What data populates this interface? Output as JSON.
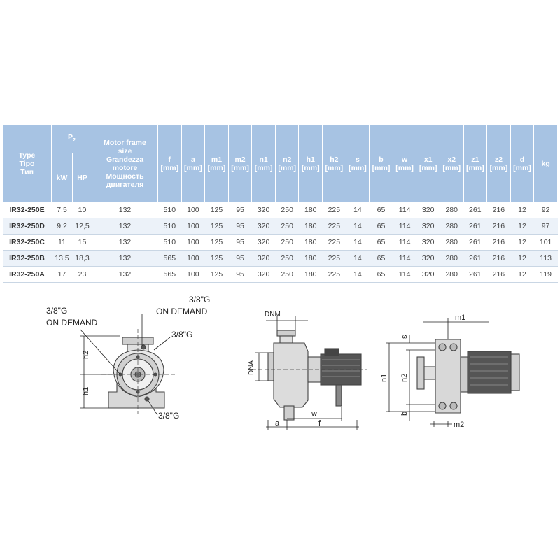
{
  "table": {
    "headers": {
      "type": "Type\nTipo\nТип",
      "p2": "P",
      "p2_sub": "2",
      "kw": "kW",
      "hp": "HP",
      "motor": "Motor frame\nsize\nGrandezza\nmotore\nМощность\nдвигателя",
      "dims": [
        {
          "name": "f",
          "unit": "[mm]"
        },
        {
          "name": "a",
          "unit": "[mm]"
        },
        {
          "name": "m1",
          "unit": "[mm]"
        },
        {
          "name": "m2",
          "unit": "[mm]"
        },
        {
          "name": "n1",
          "unit": "[mm]"
        },
        {
          "name": "n2",
          "unit": "[mm]"
        },
        {
          "name": "h1",
          "unit": "[mm]"
        },
        {
          "name": "h2",
          "unit": "[mm]"
        },
        {
          "name": "s",
          "unit": "[mm]"
        },
        {
          "name": "b",
          "unit": "[mm]"
        },
        {
          "name": "w",
          "unit": "[mm]"
        },
        {
          "name": "x1",
          "unit": "[mm]"
        },
        {
          "name": "x2",
          "unit": "[mm]"
        },
        {
          "name": "z1",
          "unit": "[mm]"
        },
        {
          "name": "z2",
          "unit": "[mm]"
        },
        {
          "name": "d",
          "unit": "[mm]"
        }
      ],
      "kg": "kg"
    },
    "rows": [
      [
        "IR32-250E",
        "7,5",
        "10",
        "132",
        "510",
        "100",
        "125",
        "95",
        "320",
        "250",
        "180",
        "225",
        "14",
        "65",
        "114",
        "320",
        "280",
        "261",
        "216",
        "12",
        "92"
      ],
      [
        "IR32-250D",
        "9,2",
        "12,5",
        "132",
        "510",
        "100",
        "125",
        "95",
        "320",
        "250",
        "180",
        "225",
        "14",
        "65",
        "114",
        "320",
        "280",
        "261",
        "216",
        "12",
        "97"
      ],
      [
        "IR32-250C",
        "11",
        "15",
        "132",
        "510",
        "100",
        "125",
        "95",
        "320",
        "250",
        "180",
        "225",
        "14",
        "65",
        "114",
        "320",
        "280",
        "261",
        "216",
        "12",
        "101"
      ],
      [
        "IR32-250B",
        "13,5",
        "18,3",
        "132",
        "565",
        "100",
        "125",
        "95",
        "320",
        "250",
        "180",
        "225",
        "14",
        "65",
        "114",
        "320",
        "280",
        "261",
        "216",
        "12",
        "113"
      ],
      [
        "IR32-250A",
        "17",
        "23",
        "132",
        "565",
        "100",
        "125",
        "95",
        "320",
        "250",
        "180",
        "225",
        "14",
        "65",
        "114",
        "320",
        "280",
        "261",
        "216",
        "12",
        "119"
      ]
    ]
  },
  "drawings": {
    "front": {
      "g1": "3/8\"G",
      "on1": "ON DEMAND",
      "g2": "3/8\"G",
      "on2": "ON DEMAND",
      "g3": "3/8\"G",
      "g4": "3/8\"G",
      "h1": "h1",
      "h2": "h2"
    },
    "side": {
      "dnm": "DNM",
      "dna": "DNA",
      "a": "a",
      "w": "w",
      "f": "f"
    },
    "top": {
      "m1": "m1",
      "m2": "m2",
      "s": "s",
      "n1": "n1",
      "n2": "n2",
      "b": "b"
    }
  }
}
